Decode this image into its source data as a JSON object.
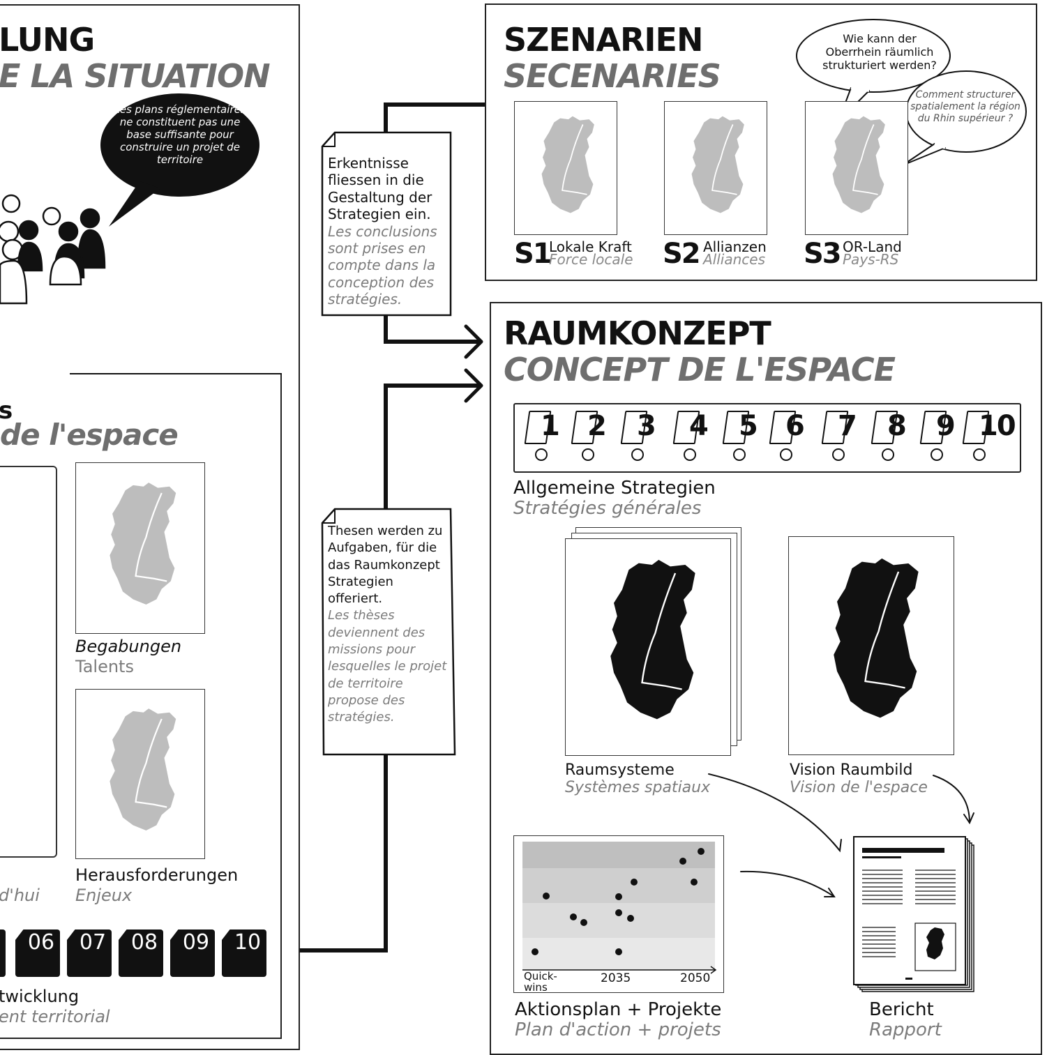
{
  "left": {
    "title_de": "LUNG",
    "title_fr": "E LA SITUATION",
    "bubble_text": "Les plans réglementaires ne constituent pas une base suffisante pour construire un projet de territoire",
    "sub_title_de": "s",
    "sub_title_fr": "de l'espace",
    "talents_de": "Begabungen",
    "talents_fr": "Talents",
    "challenges_de": "Herausforderungen",
    "challenges_fr": "Enjeux",
    "today_fr_partial": "d'hui",
    "tabs": [
      "06",
      "07",
      "08",
      "09",
      "10"
    ],
    "bottom_de": "twicklung",
    "bottom_fr": "ent territorial"
  },
  "scenarios": {
    "title_de": "SZENARIEN",
    "title_fr": "SECENARIES",
    "bubble_de": "Wie kann der Oberrhein räumlich strukturiert werden?",
    "bubble_fr": "Comment structurer spatialement la région du Rhin supérieur ?",
    "items": [
      {
        "code": "S1",
        "de": "Lokale Kraft",
        "fr": "Force locale"
      },
      {
        "code": "S2",
        "de": "Allianzen",
        "fr": "Alliances"
      },
      {
        "code": "S3",
        "de": "OR-Land",
        "fr": "Pays-RS"
      }
    ]
  },
  "notes": {
    "note1_de": "Erkentnisse fliessen in die Gestaltung der Strategien ein.",
    "note1_fr": "Les conclusions sont prises en compte dans la conception des stratégies.",
    "note2_de": "Thesen werden zu Aufgaben, für die das Raumkonzept Strategien offeriert.",
    "note2_fr": "Les thèses deviennent des missions pour lesquelles le projet de territoire propose des stratégies."
  },
  "concept": {
    "title_de": "RAUMKONZEPT",
    "title_fr": "CONCEPT DE L'ESPACE",
    "strategy_numbers": [
      "1",
      "2",
      "3",
      "4",
      "5",
      "6",
      "7",
      "8",
      "9",
      "10"
    ],
    "strategies_de": "Allgemeine Strategien",
    "strategies_fr": "Stratégies générales",
    "systems_de": "Raumsysteme",
    "systems_fr": "Systèmes spatiaux",
    "vision_de": "Vision Raumbild",
    "vision_fr": "Vision de l'espace",
    "action_de": "Aktionsplan + Projekte",
    "action_fr": "Plan d'action + projets",
    "report_de": "Bericht",
    "report_fr": "Rapport",
    "axis_labels": [
      "Quick-",
      "wins",
      "2035",
      "2050"
    ]
  }
}
